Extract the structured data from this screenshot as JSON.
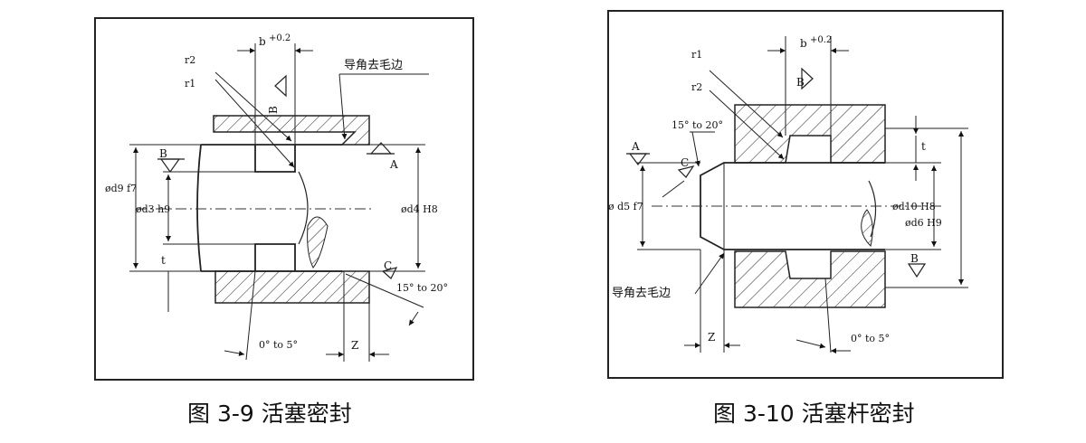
{
  "figures": [
    {
      "caption": "图 3-9 活塞密封",
      "labels": {
        "dim_b": "b",
        "tol_b": "+0.2",
        "r1": "r1",
        "r2": "r2",
        "chamfer": "导角去毛边",
        "surf_A": "A",
        "surf_B_top": "B",
        "surf_B_left": "B",
        "surf_C": "C",
        "d9": "ød9 f7",
        "d3": "ød3 h9",
        "d4": "ød4 H8",
        "t": "t",
        "angle_chamfer": "15° to 20°",
        "angle_wall": "0° to 5°",
        "z": "Z"
      }
    },
    {
      "caption": "图 3-10 活塞杆密封",
      "labels": {
        "dim_b": "b",
        "tol_b": "+0.2",
        "r1": "r1",
        "r2": "r2",
        "surf_B_top": "B",
        "surf_A": "A",
        "surf_C": "C",
        "surf_B_right": "B",
        "angle_chamfer": "15° to 20°",
        "t": "t",
        "d5": "ø d5 f7",
        "d10": "ød10 H8",
        "d6": "ød6 H9",
        "chamfer": "导角去毛边",
        "z": "Z",
        "angle_wall": "0° to 5°"
      }
    }
  ]
}
